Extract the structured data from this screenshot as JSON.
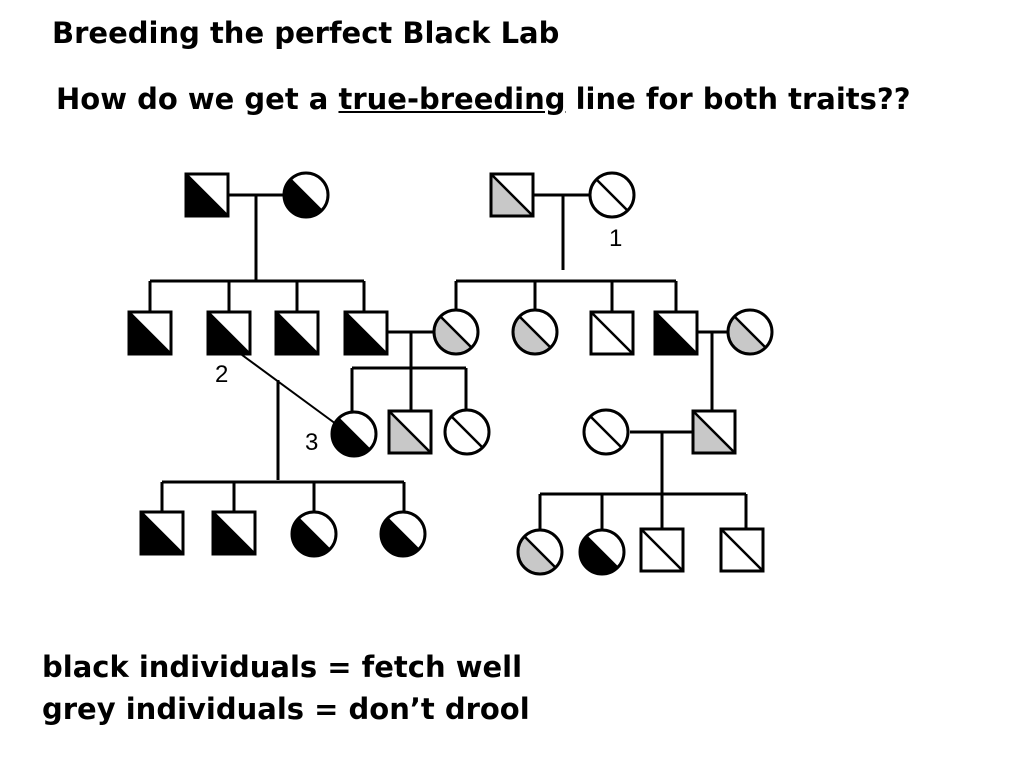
{
  "title": "Breeding the perfect Black Lab",
  "question": {
    "before": "How do we get a ",
    "underlined": "true-breeding",
    "after": " line for both traits??"
  },
  "legend": {
    "black": "black individuals = fetch well",
    "grey": "grey individuals = don’t drool"
  },
  "labels": {
    "one": "1",
    "two": "2",
    "three": "3"
  },
  "colors": {
    "black": "#000000",
    "grey": "#c8c8c8",
    "white": "#ffffff"
  },
  "individuals": [
    {
      "id": "g1-sire",
      "sex": "male",
      "fill": "black"
    },
    {
      "id": "g1-dam",
      "sex": "female",
      "fill": "black"
    },
    {
      "id": "g1b-sire",
      "sex": "male",
      "fill": "grey"
    },
    {
      "id": "g1b-dam",
      "sex": "female",
      "fill": "white"
    },
    {
      "id": "g2-m1",
      "sex": "male",
      "fill": "black"
    },
    {
      "id": "g2-m2",
      "sex": "male",
      "fill": "black"
    },
    {
      "id": "g2-m3",
      "sex": "male",
      "fill": "black"
    },
    {
      "id": "g2-m4",
      "sex": "male",
      "fill": "black"
    },
    {
      "id": "g2-f1",
      "sex": "female",
      "fill": "grey"
    },
    {
      "id": "g2-f2",
      "sex": "female",
      "fill": "grey"
    },
    {
      "id": "g2-m5",
      "sex": "male",
      "fill": "white"
    },
    {
      "id": "g2-m6",
      "sex": "male",
      "fill": "black"
    },
    {
      "id": "g2-f3",
      "sex": "female",
      "fill": "grey"
    },
    {
      "id": "g3-f1",
      "sex": "female",
      "fill": "black"
    },
    {
      "id": "g3-m1",
      "sex": "male",
      "fill": "grey"
    },
    {
      "id": "g3-f2",
      "sex": "female",
      "fill": "white"
    },
    {
      "id": "g3-f3",
      "sex": "female",
      "fill": "white"
    },
    {
      "id": "g3-m2",
      "sex": "male",
      "fill": "grey"
    },
    {
      "id": "g4-m1",
      "sex": "male",
      "fill": "black"
    },
    {
      "id": "g4-m2",
      "sex": "male",
      "fill": "black"
    },
    {
      "id": "g4-f1",
      "sex": "female",
      "fill": "black"
    },
    {
      "id": "g4-f2",
      "sex": "female",
      "fill": "black"
    },
    {
      "id": "g4-f3",
      "sex": "female",
      "fill": "grey"
    },
    {
      "id": "g4-f4",
      "sex": "female",
      "fill": "black"
    },
    {
      "id": "g4-m3",
      "sex": "male",
      "fill": "white"
    },
    {
      "id": "g4-m4",
      "sex": "male",
      "fill": "white"
    }
  ]
}
